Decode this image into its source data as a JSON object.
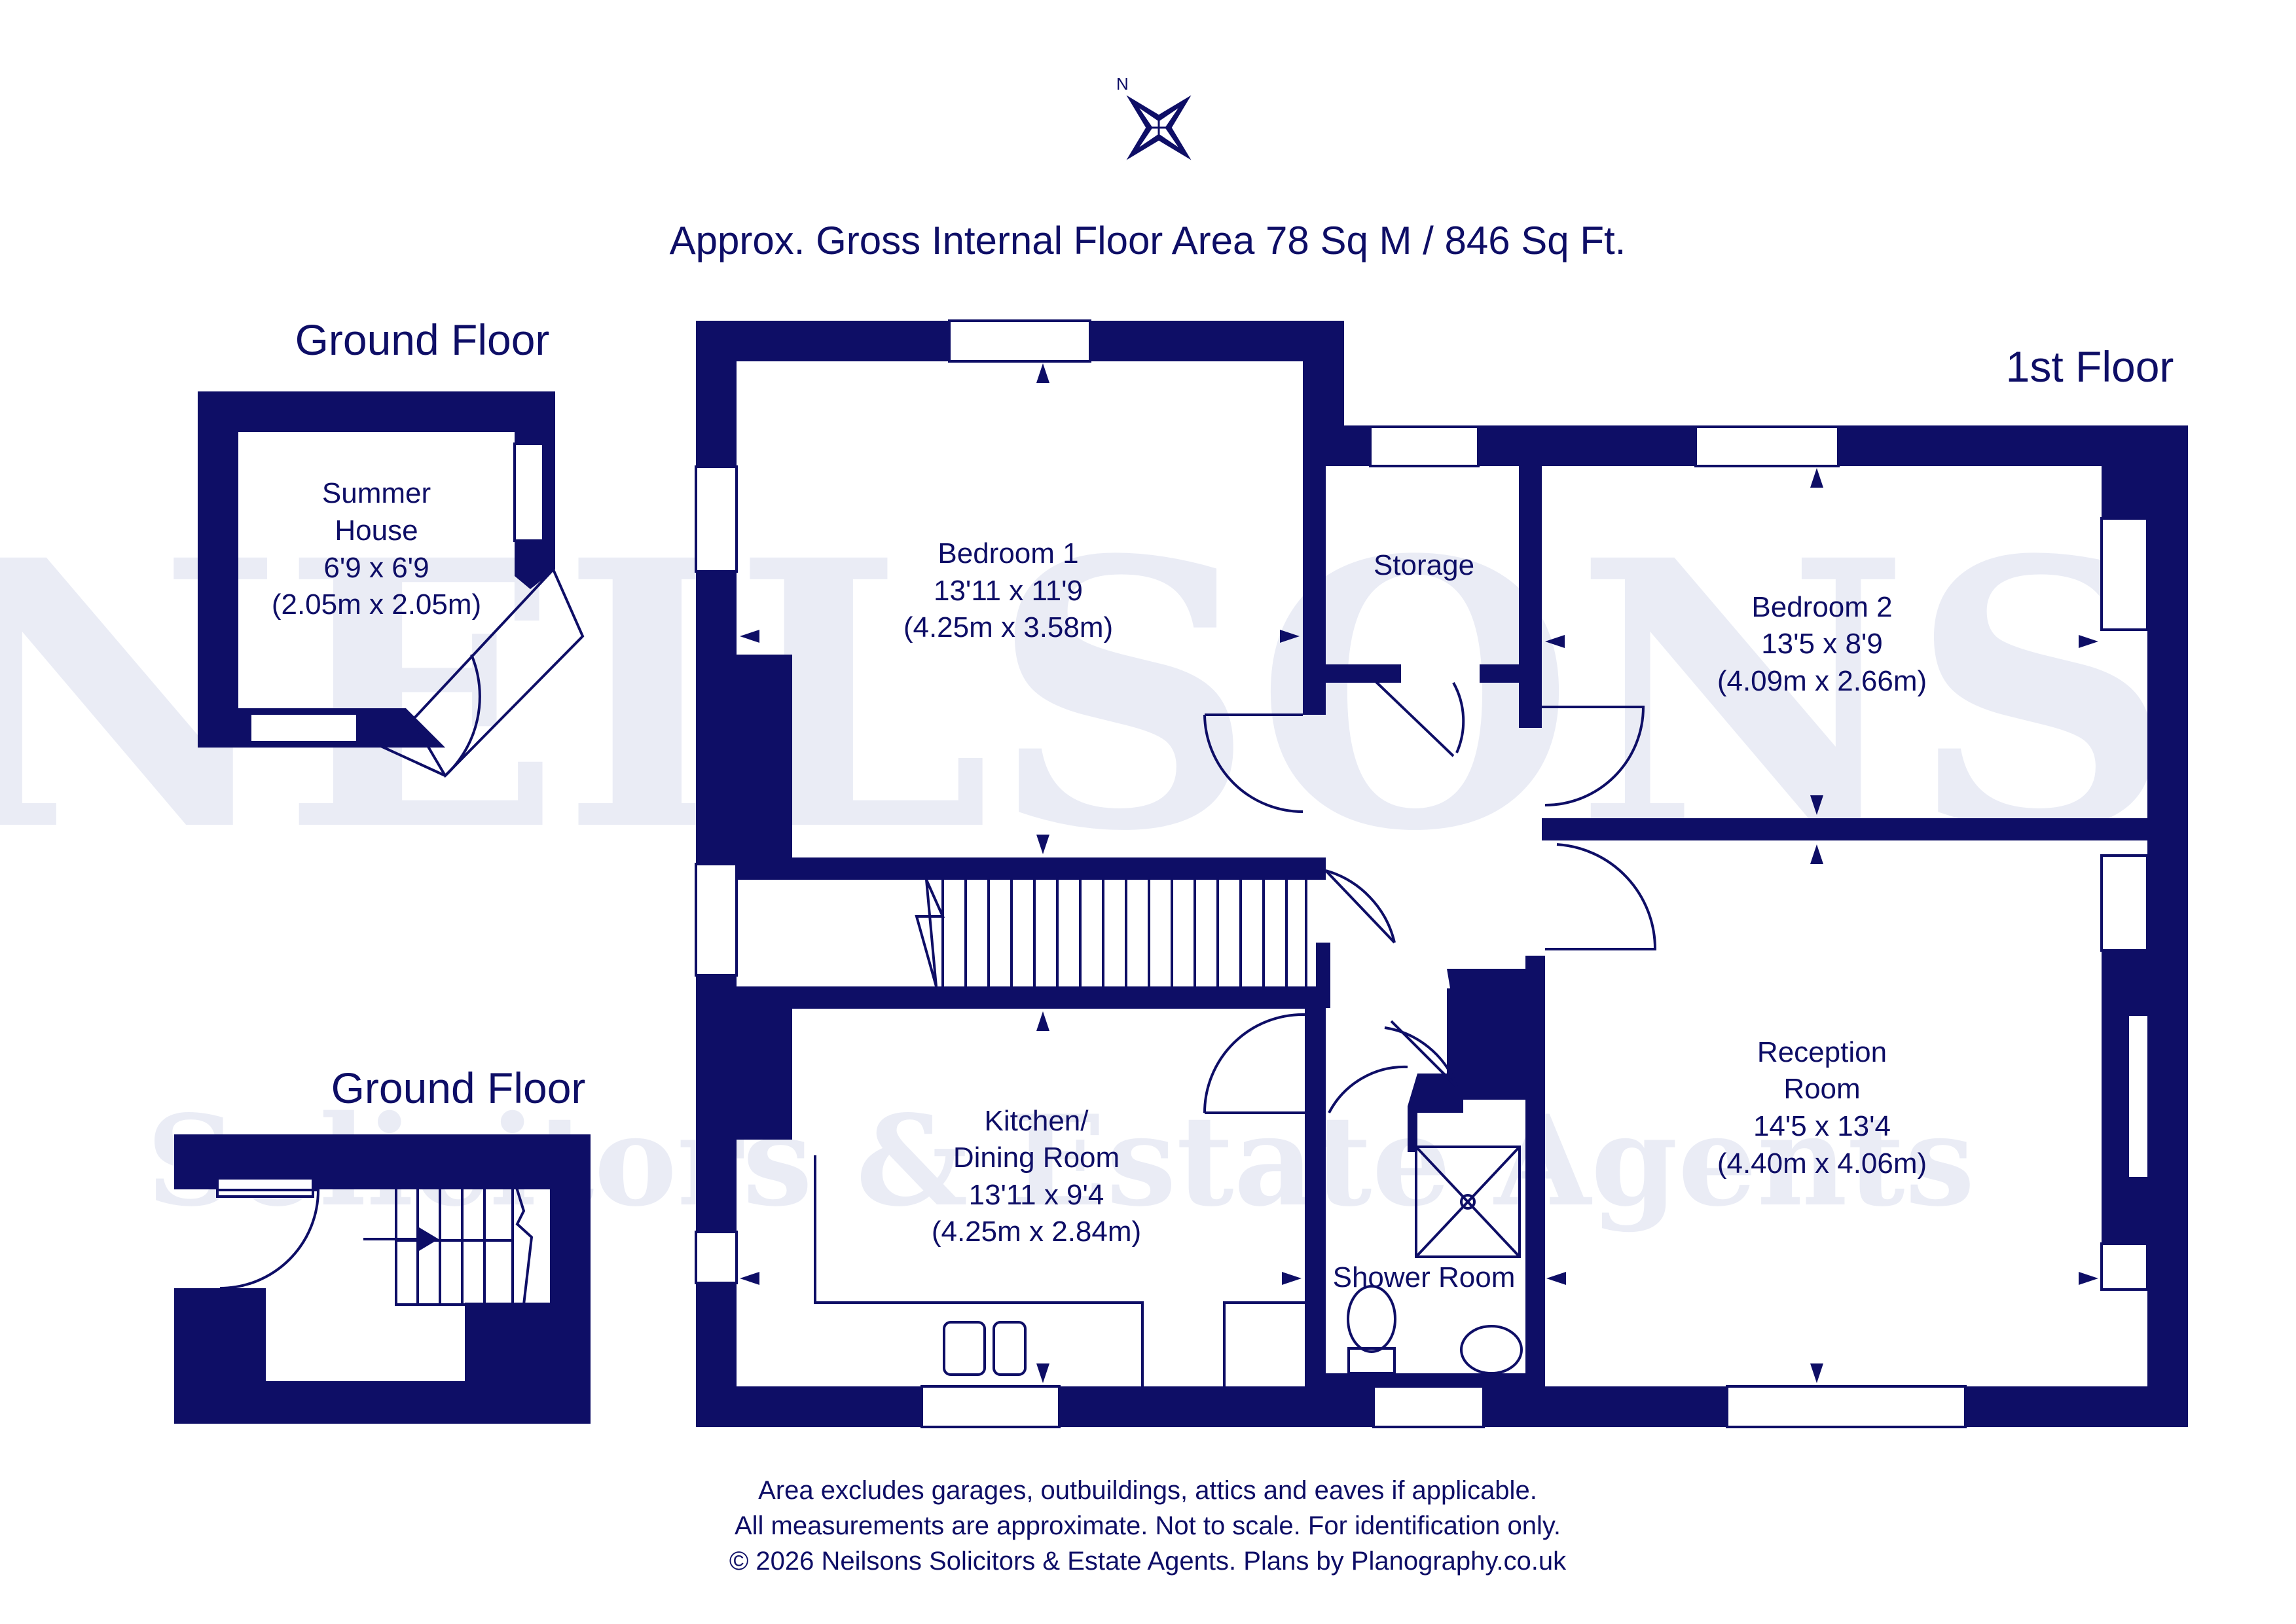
{
  "header": {
    "area_title": "Approx. Gross Internal Floor Area 78 Sq M / 846 Sq Ft.",
    "compass_letter": "N"
  },
  "floors": {
    "ground_floor_summer": "Ground Floor",
    "ground_floor_entry": "Ground Floor",
    "first_floor": "1st Floor"
  },
  "rooms": {
    "summer_house": {
      "name_line1": "Summer",
      "name_line2": "House",
      "imperial": "6'9 x 6'9",
      "metric": "(2.05m x 2.05m)"
    },
    "bedroom1": {
      "name": "Bedroom 1",
      "imperial": "13'11 x 11'9",
      "metric": "(4.25m x 3.58m)"
    },
    "storage": {
      "name": "Storage"
    },
    "bedroom2": {
      "name": "Bedroom 2",
      "imperial": "13'5 x 8'9",
      "metric": "(4.09m x 2.66m)"
    },
    "kitchen": {
      "name_line1": "Kitchen/",
      "name_line2": "Dining Room",
      "imperial": "13'11 x 9'4",
      "metric": "(4.25m x 2.84m)"
    },
    "shower": {
      "name": "Shower Room"
    },
    "reception": {
      "name_line1": "Reception",
      "name_line2": "Room",
      "imperial": "14'5 x 13'4",
      "metric": "(4.40m x 4.06m)"
    }
  },
  "watermark": {
    "brand": "NEILSONS",
    "tagline": "Solicitors & Estate Agents"
  },
  "footer": {
    "line1": "Area excludes garages, outbuildings, attics and eaves if applicable.",
    "line2": "All measurements are approximate. Not to scale. For identification only.",
    "line3": "© 2026 Neilsons Solicitors & Estate Agents. Plans by Planography.co.uk"
  },
  "colors": {
    "ink": "#0e0e66",
    "watermark": "#e8ebf5",
    "background": "#ffffff"
  }
}
